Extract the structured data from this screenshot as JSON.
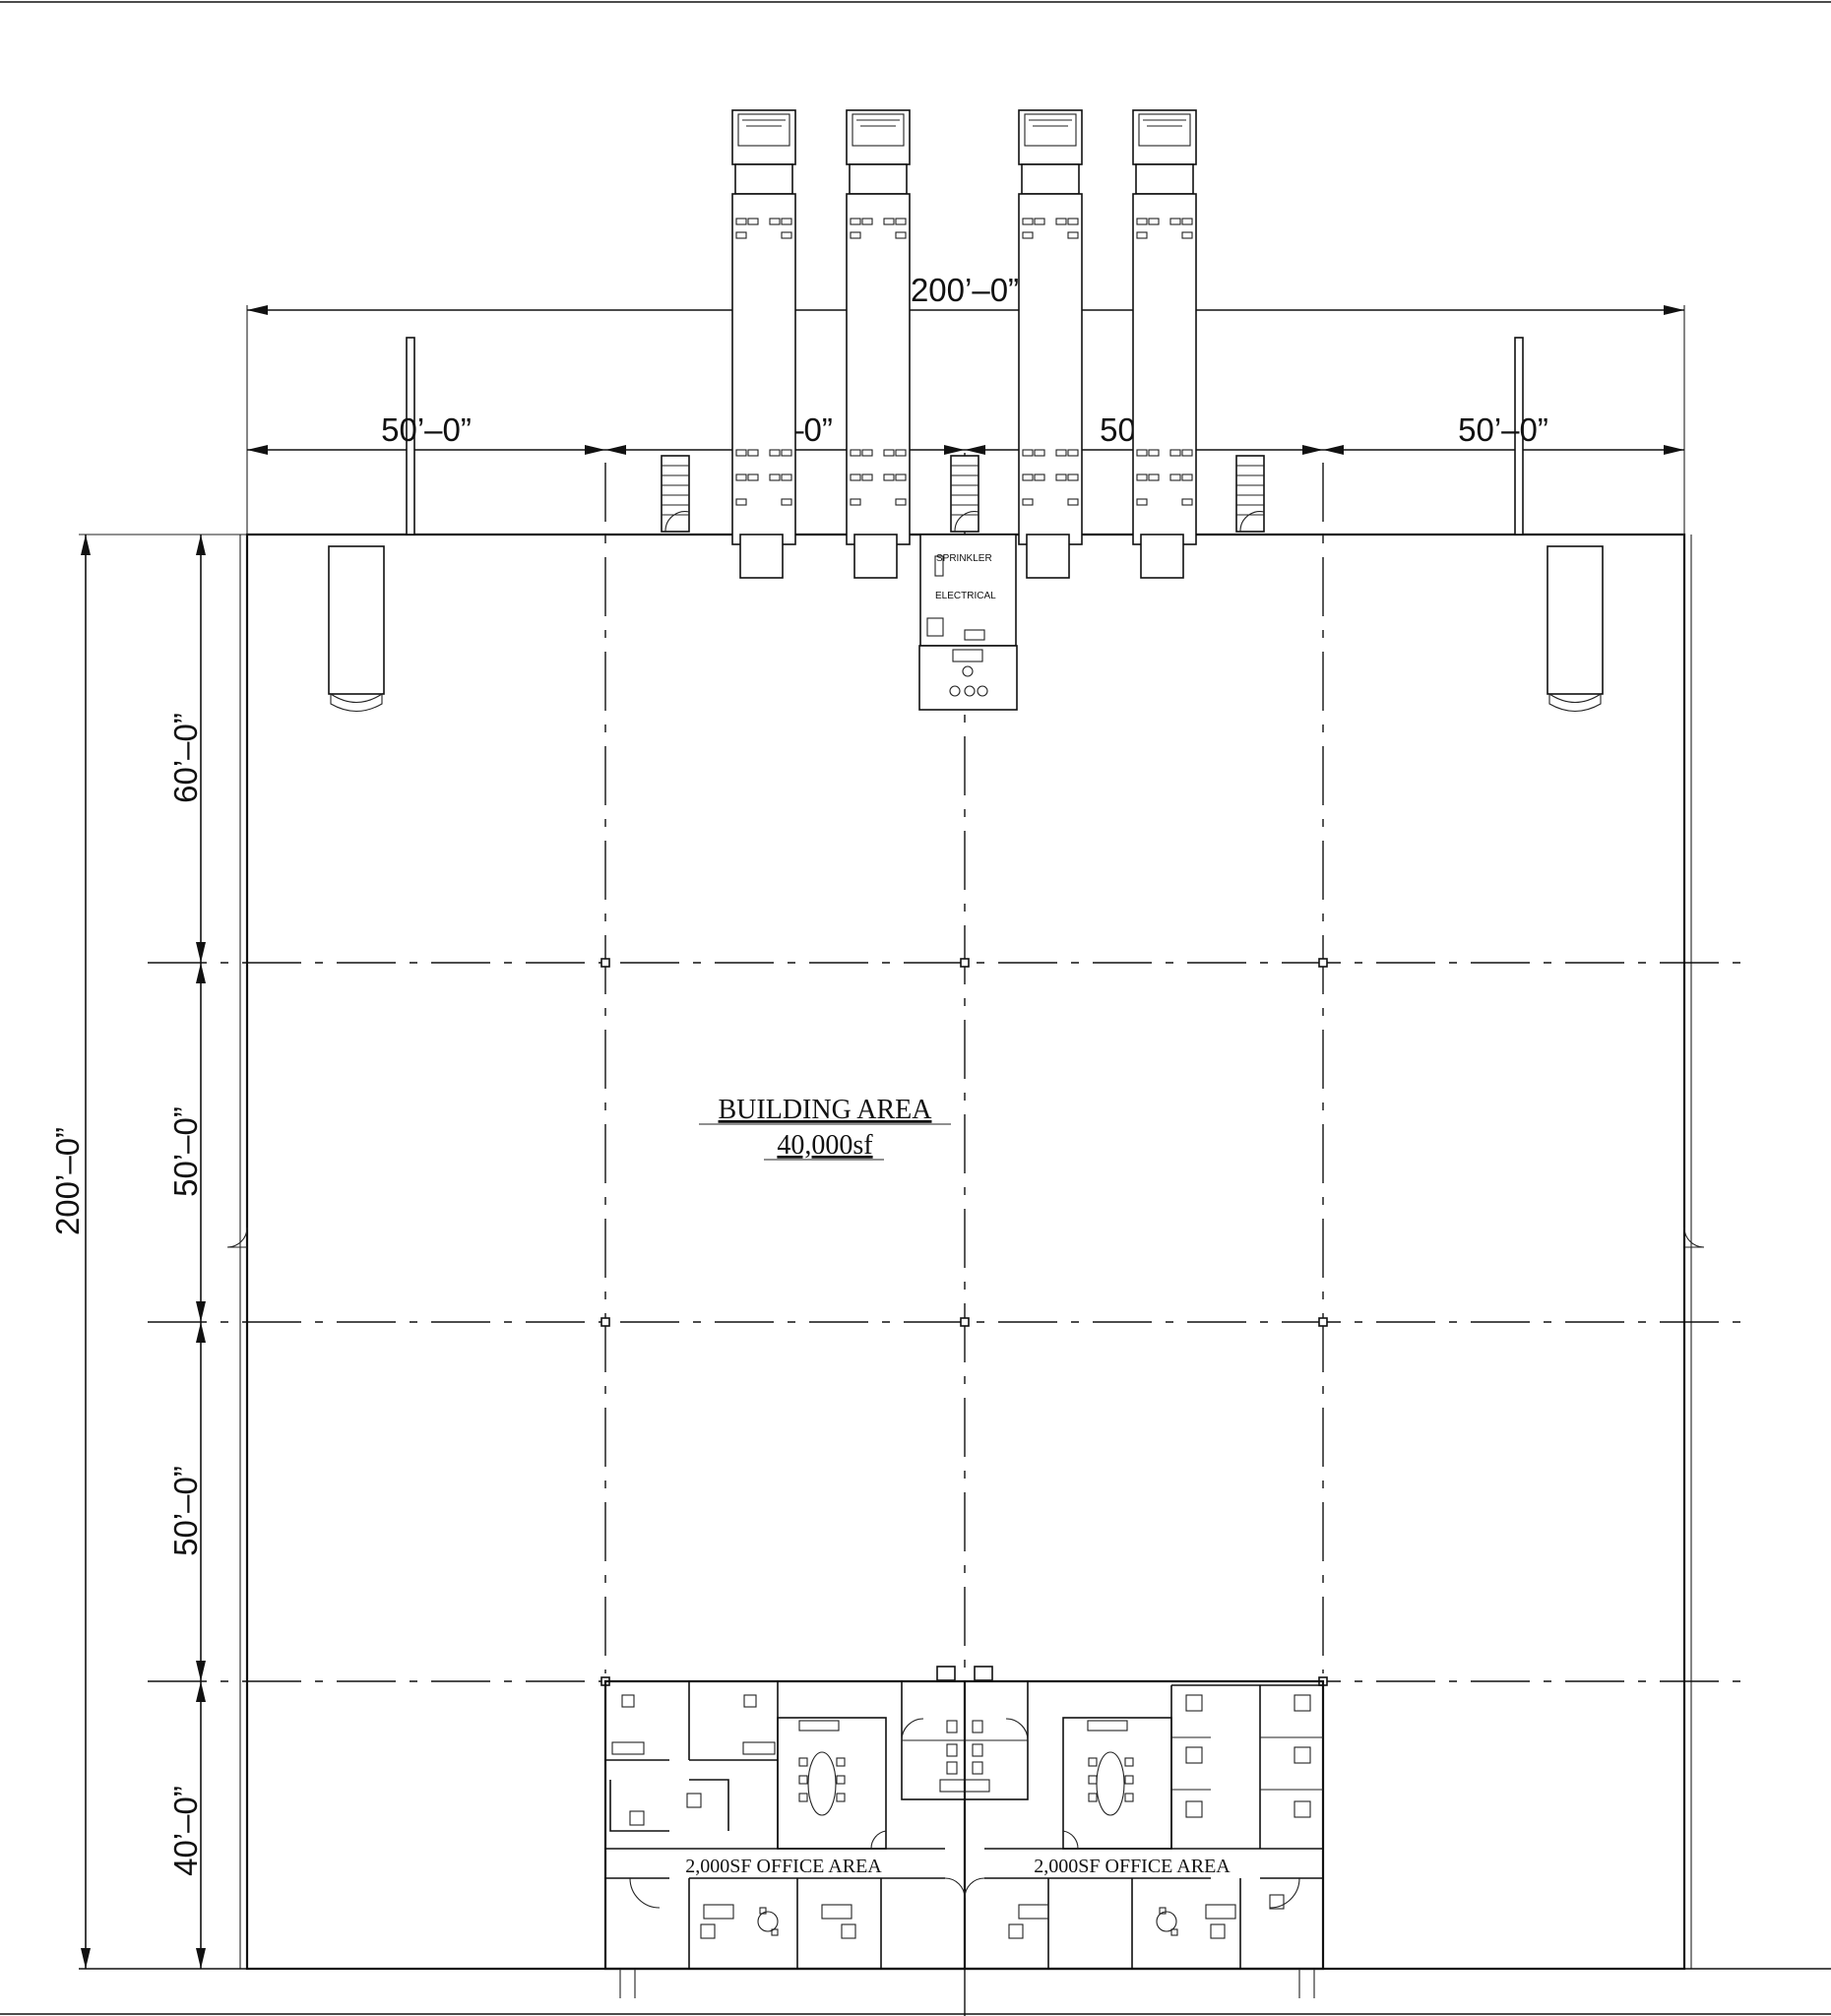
{
  "drawing": {
    "building_area_label": "BUILDING AREA",
    "building_area_value": "40,000sf",
    "office_area_left": "2,000SF OFFICE AREA",
    "office_area_right": "2,000SF OFFICE AREA",
    "room_sprinkler": "SPRINKLER",
    "room_electrical": "ELECTRICAL"
  },
  "dimensions": {
    "top_total": "200’–0”",
    "top_bay_1": "50’–0”",
    "top_bay_2": "50’–0”",
    "top_bay_3": "50’–0”",
    "top_bay_4": "50’–0”",
    "left_total": "200’–0”",
    "left_bay_1": "60’–0”",
    "left_bay_2": "50’–0”",
    "left_bay_3": "50’–0”",
    "left_bay_4": "40’–0”"
  },
  "colors": {
    "line": "#111111",
    "background": "#ffffff"
  }
}
